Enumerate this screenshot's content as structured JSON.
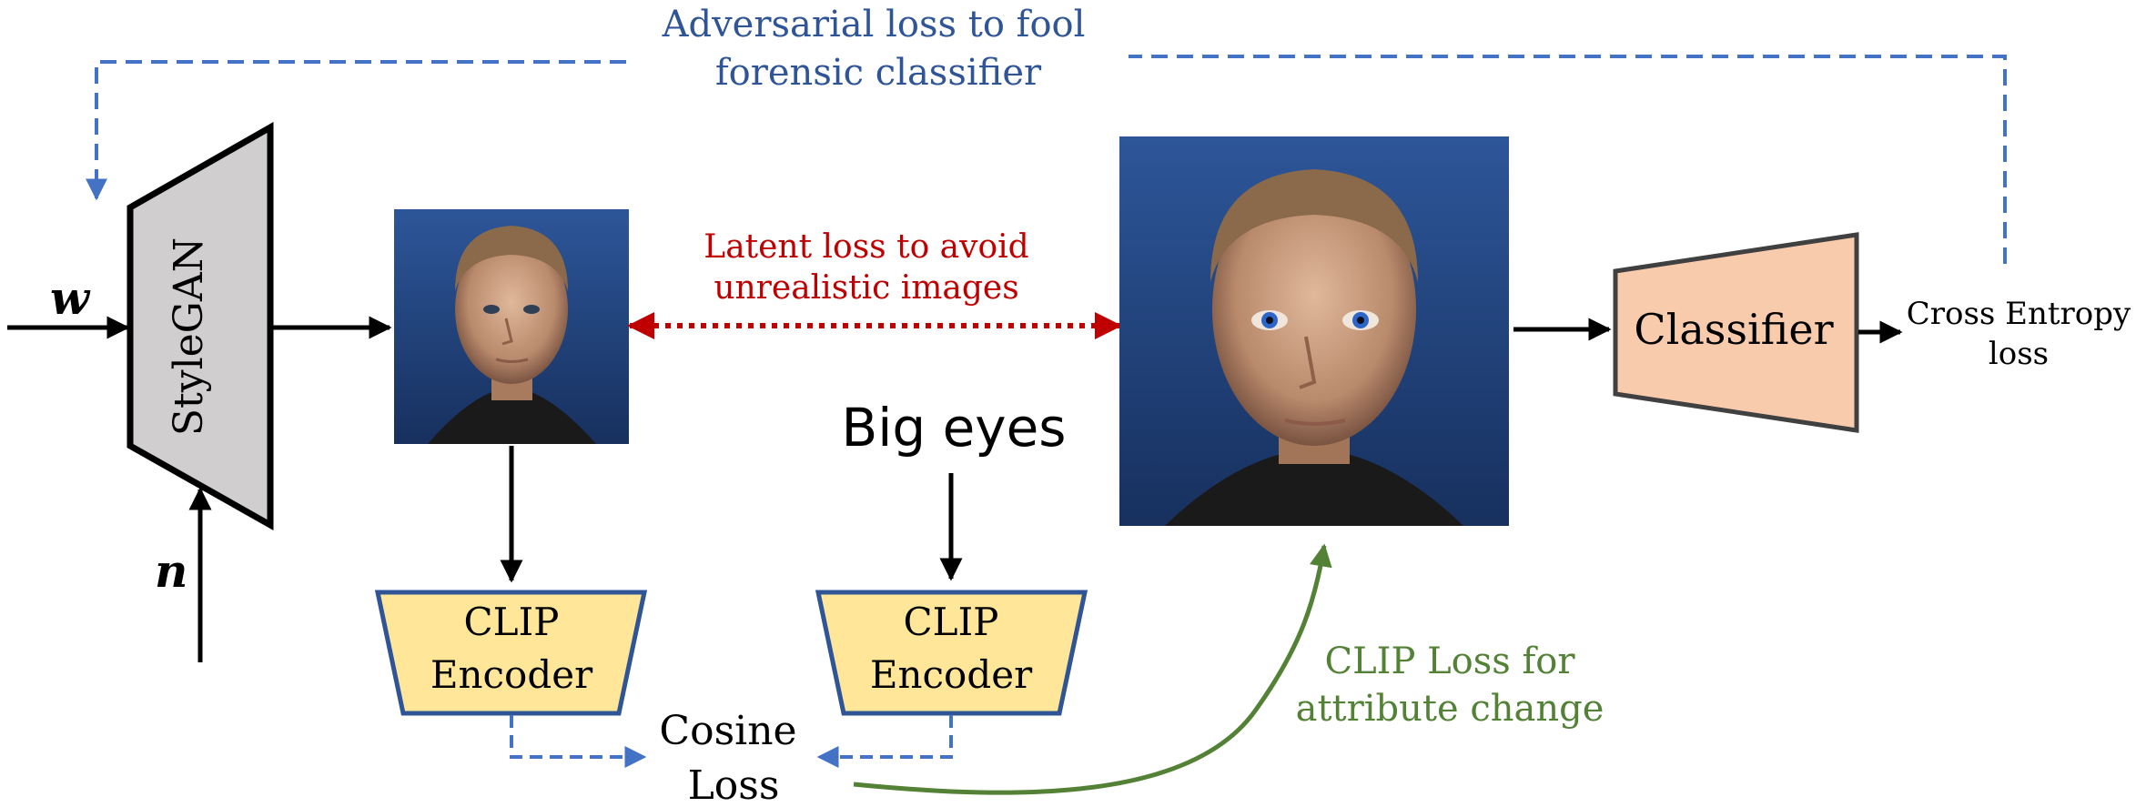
{
  "inputs": {
    "w": "w",
    "n": "n"
  },
  "generator": {
    "label": "StyleGAN"
  },
  "classifier": {
    "label": "Classifier"
  },
  "encoders": [
    {
      "line1": "CLIP",
      "line2": "Encoder"
    },
    {
      "line1": "CLIP",
      "line2": "Encoder"
    }
  ],
  "text_prompt": "Big eyes",
  "cosine_loss": {
    "line1": "Cosine",
    "line2": "Loss"
  },
  "adversarial_loss": {
    "line1": "Adversarial loss to fool",
    "line2": "forensic classifier"
  },
  "latent_loss": {
    "line1": "Latent loss to avoid",
    "line2": "unrealistic images"
  },
  "clip_loss": {
    "line1": "CLIP Loss for",
    "line2": "attribute change"
  },
  "cross_entropy": {
    "line1": "Cross Entropy",
    "line2": "loss"
  },
  "colors": {
    "arrow": "#000000",
    "dashed_blue": "#4472c4",
    "adversarial_text": "#2f5597",
    "latent_red": "#c00000",
    "clip_green": "#538135",
    "stylegan_fill": "#d0cece",
    "encoder_fill": "#ffe699",
    "classifier_fill": "#f8cbad"
  }
}
